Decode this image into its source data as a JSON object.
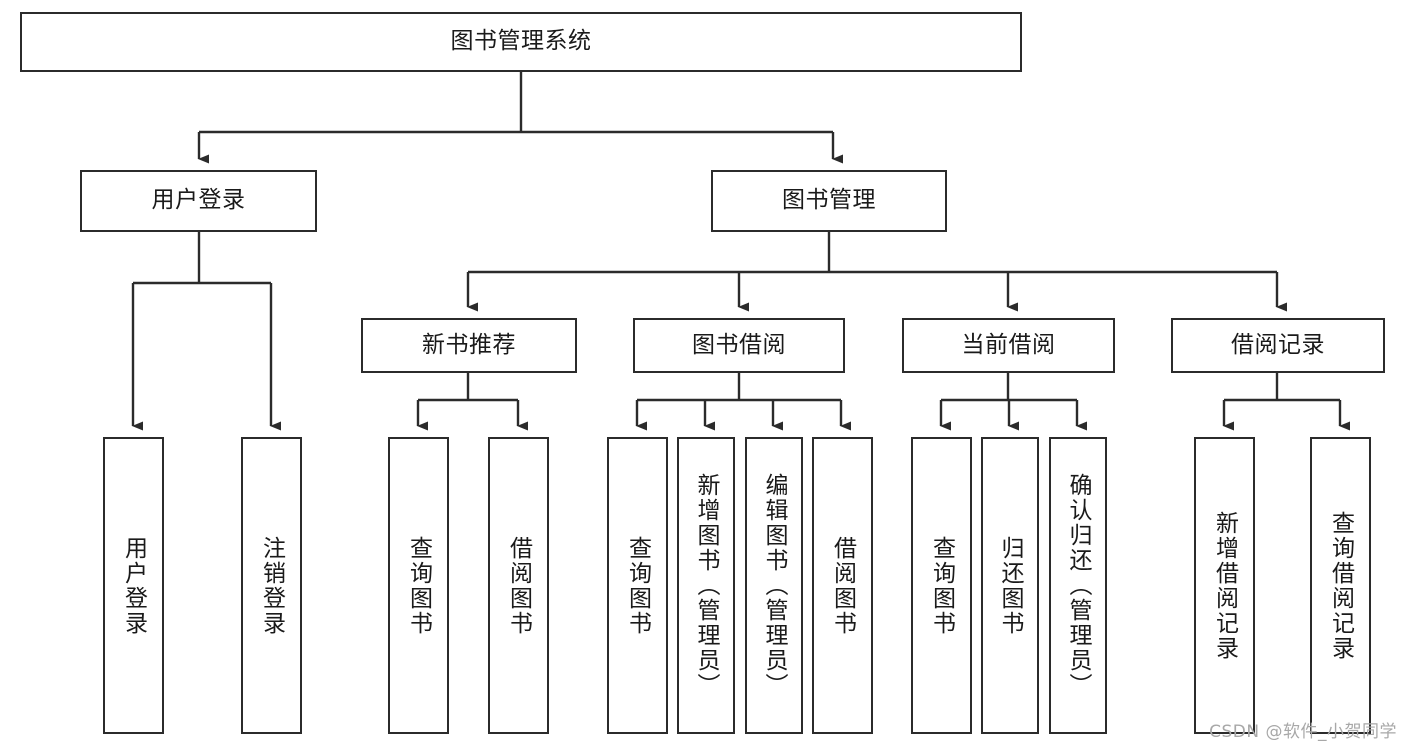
{
  "diagram": {
    "title": "图书管理系统",
    "watermark": "CSDN @软件_小贺同学",
    "line_color": "#2b2b2b",
    "box_fill": "#ffffff",
    "text_color": "#1a1a1a",
    "watermark_color": "#a8a8a8"
  },
  "root": {
    "label": "图书管理系统"
  },
  "level2": [
    {
      "label": "用户登录"
    },
    {
      "label": "图书管理"
    }
  ],
  "level3": [
    {
      "label": "新书推荐"
    },
    {
      "label": "图书借阅"
    },
    {
      "label": "当前借阅"
    },
    {
      "label": "借阅记录"
    }
  ],
  "leaves": {
    "user_login": [
      {
        "label": "用户登录"
      },
      {
        "label": "注销登录"
      }
    ],
    "new_book": [
      {
        "label": "查询图书"
      },
      {
        "label": "借阅图书"
      }
    ],
    "borrow_book": [
      {
        "label": "查询图书"
      },
      {
        "label": "新增图书（管理员）"
      },
      {
        "label": "编辑图书（管理员）"
      },
      {
        "label": "借阅图书"
      }
    ],
    "current_borrow": [
      {
        "label": "查询图书"
      },
      {
        "label": "归还图书"
      },
      {
        "label": "确认归还（管理员）"
      }
    ],
    "borrow_record": [
      {
        "label": "新增借阅记录"
      },
      {
        "label": "查询借阅记录"
      }
    ]
  }
}
